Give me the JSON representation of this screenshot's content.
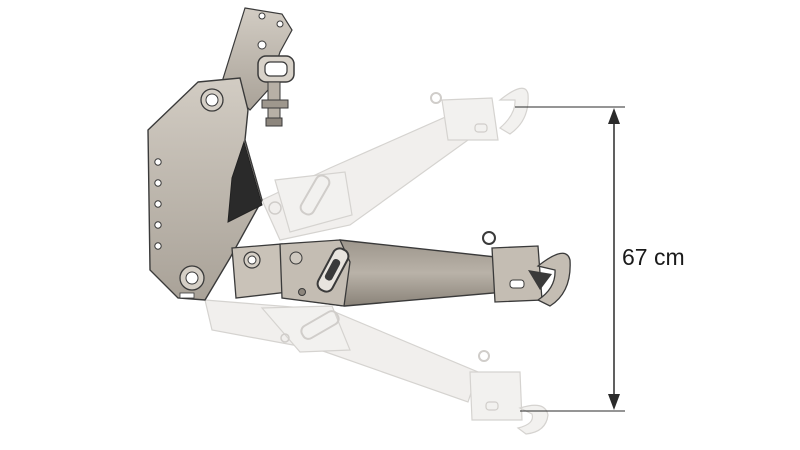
{
  "dimension": {
    "label": "67 cm",
    "color": "#2b2b2b"
  },
  "colors": {
    "metal": "#c3bcb2",
    "metal_dark": "#8d867d",
    "outline": "#3a3a3a",
    "ghost_fill": "#e4e1dd",
    "ghost_outline": "#b4b0aa"
  },
  "positions": [
    "upper",
    "middle",
    "lower"
  ]
}
